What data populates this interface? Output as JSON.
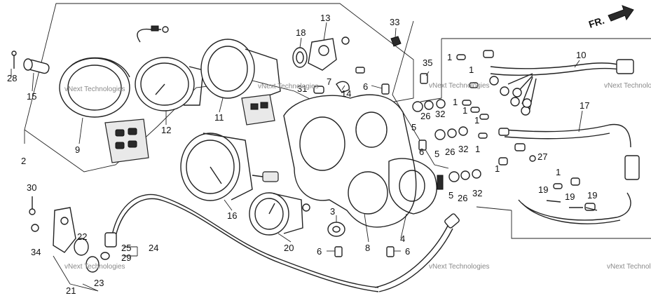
{
  "direction_label": "FR.",
  "callouts": [
    "1",
    "2",
    "3",
    "4",
    "5",
    "6",
    "7",
    "8",
    "9",
    "10",
    "11",
    "12",
    "13",
    "14",
    "15",
    "16",
    "17",
    "18",
    "19",
    "20",
    "21",
    "22",
    "23",
    "24",
    "25",
    "26",
    "27",
    "28",
    "29",
    "30",
    "31",
    "32",
    "33",
    "34",
    "35"
  ],
  "watermark": "vNext Technologies",
  "colors": {
    "ink": "#222222",
    "paper": "#ffffff",
    "watermark": "#8a8a8a"
  }
}
